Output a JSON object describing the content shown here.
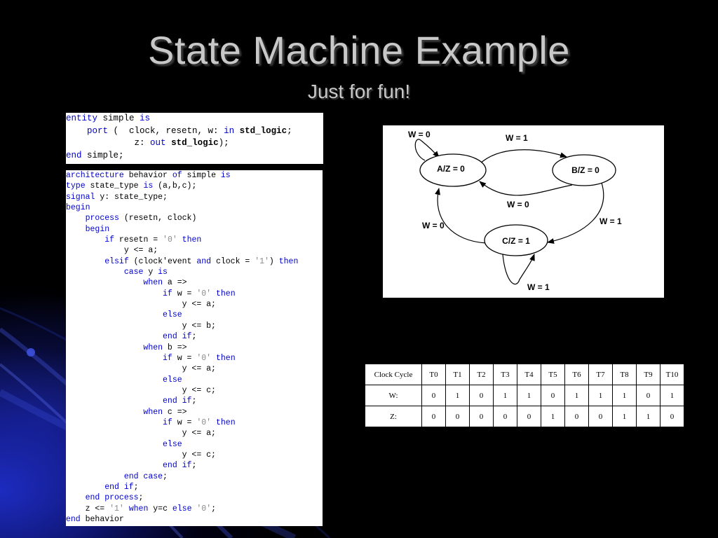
{
  "slide": {
    "title": "State Machine Example",
    "subtitle": "Just for fun!"
  },
  "entity_code": [
    [
      {
        "t": "entity",
        "k": "kw"
      },
      {
        "t": " simple "
      },
      {
        "t": "is",
        "k": "kw"
      }
    ],
    [
      {
        "t": "    "
      },
      {
        "t": "port",
        "k": "kw"
      },
      {
        "t": " (  clock, resetn, w: "
      },
      {
        "t": "in",
        "k": "kw"
      },
      {
        "t": " "
      },
      {
        "t": "std_logic",
        "k": "bold"
      },
      {
        "t": ";"
      }
    ],
    [
      {
        "t": "             z: "
      },
      {
        "t": "out",
        "k": "kw"
      },
      {
        "t": " "
      },
      {
        "t": "std_logic",
        "k": "bold"
      },
      {
        "t": ");"
      }
    ],
    [
      {
        "t": "end",
        "k": "kw"
      },
      {
        "t": " simple;"
      }
    ]
  ],
  "arch_code": [
    [
      {
        "t": "architecture",
        "k": "kw"
      },
      {
        "t": " behavior "
      },
      {
        "t": "of",
        "k": "kw"
      },
      {
        "t": " simple "
      },
      {
        "t": "is",
        "k": "kw"
      }
    ],
    [
      {
        "t": "type",
        "k": "kw"
      },
      {
        "t": " state_type "
      },
      {
        "t": "is",
        "k": "kw"
      },
      {
        "t": " (a,b,c);"
      }
    ],
    [
      {
        "t": "signal",
        "k": "kw"
      },
      {
        "t": " y: state_type;"
      }
    ],
    [
      {
        "t": "begin",
        "k": "kw"
      }
    ],
    [
      {
        "t": "    "
      },
      {
        "t": "process",
        "k": "kw"
      },
      {
        "t": " (resetn, clock)"
      }
    ],
    [
      {
        "t": "    "
      },
      {
        "t": "begin",
        "k": "kw"
      }
    ],
    [
      {
        "t": "        "
      },
      {
        "t": "if",
        "k": "kw"
      },
      {
        "t": " resetn = "
      },
      {
        "t": "'0'",
        "k": "str"
      },
      {
        "t": " "
      },
      {
        "t": "then",
        "k": "kw"
      }
    ],
    [
      {
        "t": "            y <= a;"
      }
    ],
    [
      {
        "t": "        "
      },
      {
        "t": "elsif",
        "k": "kw"
      },
      {
        "t": " (clock'event "
      },
      {
        "t": "and",
        "k": "kw"
      },
      {
        "t": " clock = "
      },
      {
        "t": "'1'",
        "k": "str"
      },
      {
        "t": ") "
      },
      {
        "t": "then",
        "k": "kw"
      }
    ],
    [
      {
        "t": "            "
      },
      {
        "t": "case",
        "k": "kw"
      },
      {
        "t": " y "
      },
      {
        "t": "is",
        "k": "kw"
      }
    ],
    [
      {
        "t": "                "
      },
      {
        "t": "when",
        "k": "kw"
      },
      {
        "t": " a =>"
      }
    ],
    [
      {
        "t": "                    "
      },
      {
        "t": "if",
        "k": "kw"
      },
      {
        "t": " w = "
      },
      {
        "t": "'0'",
        "k": "str"
      },
      {
        "t": " "
      },
      {
        "t": "then",
        "k": "kw"
      }
    ],
    [
      {
        "t": "                        y <= a;"
      }
    ],
    [
      {
        "t": "                    "
      },
      {
        "t": "else",
        "k": "kw"
      }
    ],
    [
      {
        "t": "                        y <= b;"
      }
    ],
    [
      {
        "t": "                    "
      },
      {
        "t": "end if",
        "k": "kw"
      },
      {
        "t": ";"
      }
    ],
    [
      {
        "t": "                "
      },
      {
        "t": "when",
        "k": "kw"
      },
      {
        "t": " b =>"
      }
    ],
    [
      {
        "t": "                    "
      },
      {
        "t": "if",
        "k": "kw"
      },
      {
        "t": " w = "
      },
      {
        "t": "'0'",
        "k": "str"
      },
      {
        "t": " "
      },
      {
        "t": "then",
        "k": "kw"
      }
    ],
    [
      {
        "t": "                        y <= a;"
      }
    ],
    [
      {
        "t": "                    "
      },
      {
        "t": "else",
        "k": "kw"
      }
    ],
    [
      {
        "t": "                        y <= c;"
      }
    ],
    [
      {
        "t": "                    "
      },
      {
        "t": "end if",
        "k": "kw"
      },
      {
        "t": ";"
      }
    ],
    [
      {
        "t": "                "
      },
      {
        "t": "when",
        "k": "kw"
      },
      {
        "t": " c =>"
      }
    ],
    [
      {
        "t": "                    "
      },
      {
        "t": "if",
        "k": "kw"
      },
      {
        "t": " w = "
      },
      {
        "t": "'0'",
        "k": "str"
      },
      {
        "t": " "
      },
      {
        "t": "then",
        "k": "kw"
      }
    ],
    [
      {
        "t": "                        y <= a;"
      }
    ],
    [
      {
        "t": "                    "
      },
      {
        "t": "else",
        "k": "kw"
      }
    ],
    [
      {
        "t": "                        y <= c;"
      }
    ],
    [
      {
        "t": "                    "
      },
      {
        "t": "end if",
        "k": "kw"
      },
      {
        "t": ";"
      }
    ],
    [
      {
        "t": "            "
      },
      {
        "t": "end case",
        "k": "kw"
      },
      {
        "t": ";"
      }
    ],
    [
      {
        "t": "        "
      },
      {
        "t": "end if",
        "k": "kw"
      },
      {
        "t": ";"
      }
    ],
    [
      {
        "t": "    "
      },
      {
        "t": "end process",
        "k": "kw"
      },
      {
        "t": ";"
      }
    ],
    [
      {
        "t": "    z <= "
      },
      {
        "t": "'1'",
        "k": "str"
      },
      {
        "t": " "
      },
      {
        "t": "when",
        "k": "kw"
      },
      {
        "t": " y=c "
      },
      {
        "t": "else",
        "k": "kw"
      },
      {
        "t": " "
      },
      {
        "t": "'0'",
        "k": "str"
      },
      {
        "t": ";"
      }
    ],
    [
      {
        "t": "end",
        "k": "kw"
      },
      {
        "t": " behavior"
      }
    ]
  ],
  "diagram": {
    "states": {
      "a": "A/Z = 0",
      "b": "B/Z = 0",
      "c": "C/Z = 1"
    },
    "transitions": {
      "a_self": "W = 0",
      "a_to_b": "W = 1",
      "b_to_a": "W = 0",
      "b_to_c": "W = 1",
      "c_to_a": "W = 0",
      "c_self": "W = 1"
    }
  },
  "clock_table": {
    "header": [
      "Clock Cycle",
      "T0",
      "T1",
      "T2",
      "T3",
      "T4",
      "T5",
      "T6",
      "T7",
      "T8",
      "T9",
      "T10"
    ],
    "rows": [
      [
        "W:",
        "0",
        "1",
        "0",
        "1",
        "1",
        "0",
        "1",
        "1",
        "1",
        "0",
        "1"
      ],
      [
        "Z:",
        "0",
        "0",
        "0",
        "0",
        "0",
        "1",
        "0",
        "0",
        "1",
        "1",
        "0"
      ]
    ]
  },
  "colors": {
    "keyword": "#0000cc",
    "string": "#8a8a8a",
    "title": "#c8c8c8"
  }
}
